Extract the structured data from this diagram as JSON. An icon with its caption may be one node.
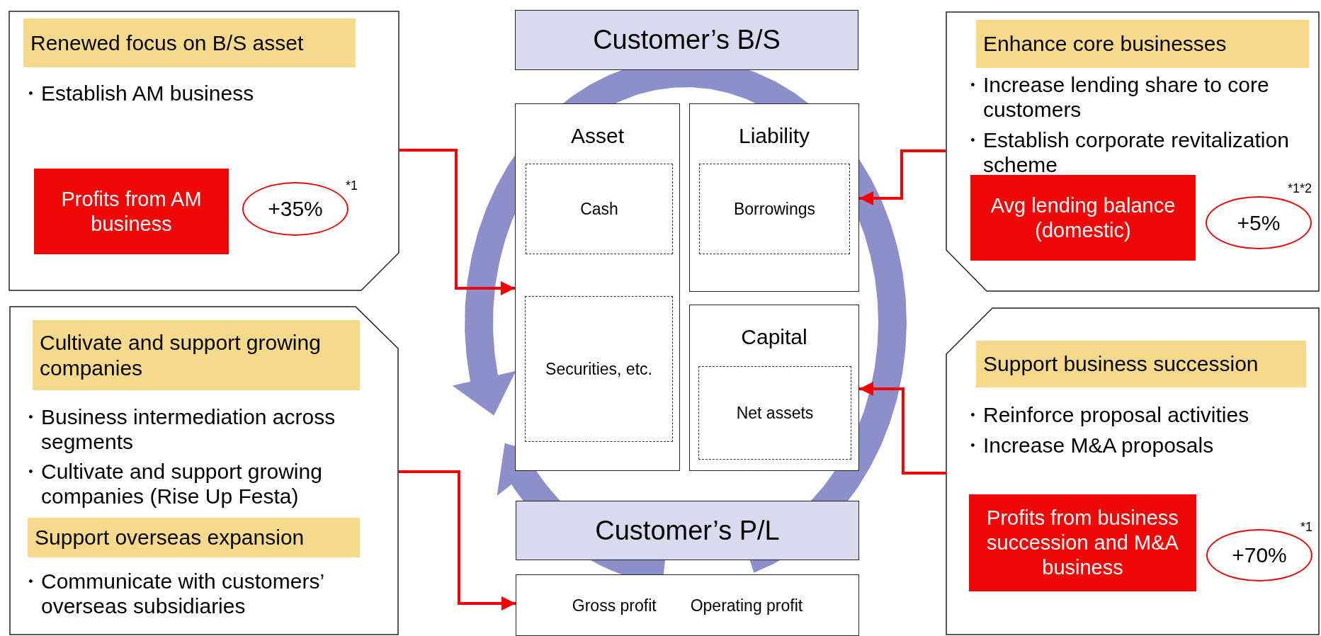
{
  "diagram": {
    "nodes": [
      {
        "text": [
          "・Establish AM business"
        ]
      },
      {
        "text": [
          "Renewed focus on B/S asset"
        ],
        "in": 0
      },
      {
        "text": [
          "Profits from AM business"
        ],
        "in": 0
      },
      {
        "text": [
          "+35%"
        ],
        "in": 0,
        "beside": [
          "*1"
        ]
      },
      {
        "text": [
          "Customer’s B/S"
        ]
      },
      {
        "text": [
          "Asset"
        ]
      },
      {
        "text": [
          "Cash"
        ],
        "in": 5
      },
      {
        "text": [
          "Liability"
        ]
      },
      {
        "text": [
          "Borrowings"
        ],
        "in": 7
      },
      {
        "text": [
          "・Increase lending share to core customers",
          "・Establish corporate revitalization scheme"
        ]
      },
      {
        "text": [
          "Enhance core businesses"
        ],
        "in": 9
      },
      {
        "text": [
          "Avg lending balance (domestic)"
        ],
        "in": 9
      },
      {
        "text": [
          "+5%"
        ],
        "in": 9,
        "beside": [
          "*1*2"
        ]
      },
      {
        "text": [
          "・Business intermediation across segments",
          "・Cultivate and support growing companies (Rise Up Festa)",
          "・Communicate with customers’ overseas subsidiaries"
        ]
      },
      {
        "text": [
          "Cultivate and support growing companies"
        ],
        "in": 13
      },
      {
        "text": [
          "Support overseas expansion"
        ],
        "in": 13
      },
      {
        "text": [
          "Securities, etc."
        ],
        "in": 5
      },
      {
        "text": [
          "Capital"
        ]
      },
      {
        "text": [
          "Net assets"
        ],
        "in": 17
      },
      {
        "text": [
          "・Reinforce proposal activities",
          "・Increase M&A proposals"
        ]
      },
      {
        "text": [
          "Support business succession"
        ],
        "in": 19
      },
      {
        "text": [
          "Profits from business succession and M&A business"
        ],
        "in": 19
      },
      {
        "text": [
          "+70%"
        ],
        "in": 19,
        "beside": [
          "*1"
        ]
      },
      {
        "text": [
          "Customer’s P/L"
        ]
      },
      {
        "text": [
          "Gross profit",
          "Operating profit"
        ]
      }
    ],
    "edges": [
      {
        "from": 0,
        "to": 5,
        "arrow": "to"
      },
      {
        "from": 9,
        "to": 7,
        "arrow": "to"
      },
      {
        "from": 19,
        "to": 17,
        "arrow": "to"
      },
      {
        "from": 13,
        "to": 24,
        "arrow": "to"
      }
    ]
  }
}
